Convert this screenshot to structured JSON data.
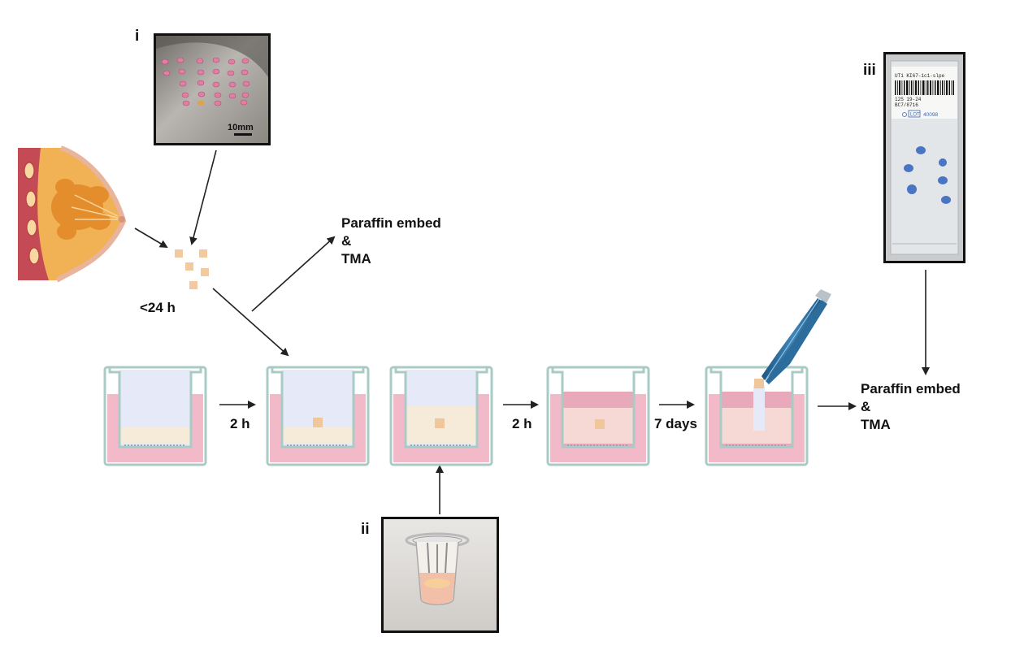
{
  "labels": {
    "panel_i": "i",
    "panel_ii": "ii",
    "panel_iii": "iii",
    "scale_bar": "10mm",
    "time_lt24": "<24 h",
    "step_2h_a": "2 h",
    "step_2h_b": "2 h",
    "step_7days": "7 days"
  },
  "outputs": {
    "top_line1": "Paraffin embed",
    "top_line2": "&",
    "top_line3": "TMA",
    "right_line1": "Paraffin embed",
    "right_line2": "&",
    "right_line3": "TMA"
  },
  "slide": {
    "barcode_text": "UT1 KI67-1c1-slpe",
    "date_text": "12S 19-24",
    "code_text": "BC7/8716",
    "lot_label": "LOT",
    "lot_number": "40098"
  },
  "colors": {
    "medium_pink": "#f2b9c8",
    "insert_blue": "#e6e9f7",
    "gel_beige": "#f6ead9",
    "tissue": "#efc79b",
    "well_outline": "#a9cbc6",
    "arrow": "#222222",
    "breast_fat": "#f1b155",
    "breast_gland": "#e48d2c",
    "breast_skin": "#c44a55",
    "tweezers": "#2d6d9c"
  }
}
